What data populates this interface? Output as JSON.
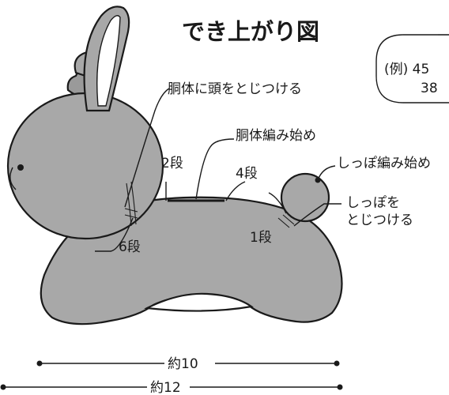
{
  "title": "でき上がり図",
  "example_box": {
    "line1": "(例) 45",
    "line2": "38"
  },
  "labels": {
    "attach_head": "胴体に頭をとじつける",
    "body_start": "胴体編み始め",
    "tail_start": "しっぽ編み始め",
    "attach_tail_1": "しっぽを",
    "attach_tail_2": "とじつける",
    "row_2": "2段",
    "row_4": "4段",
    "row_1": "1段",
    "row_6": "6段"
  },
  "dimensions": {
    "inner": "約10",
    "outer": "約12"
  },
  "colors": {
    "body": "#a8a8a8",
    "dark": "#9a9a9a",
    "line": "#1a1a1a"
  }
}
